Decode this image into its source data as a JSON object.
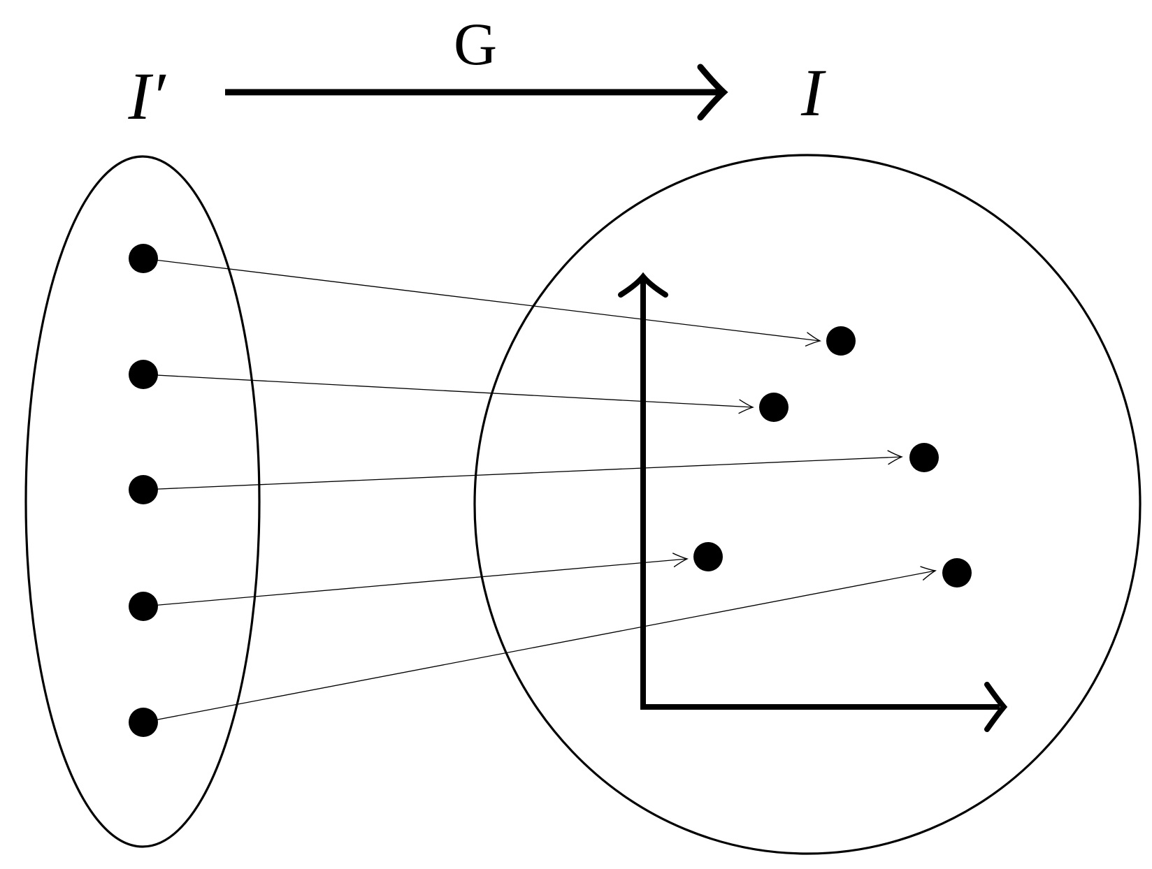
{
  "labels": {
    "domain_set": "I′",
    "codomain_set": "I",
    "map": "G"
  },
  "colors": {
    "ink": "#000000",
    "background": "#ffffff"
  },
  "mapping": {
    "source_point_count": 5,
    "target_point_count": 5,
    "pairs": [
      [
        0,
        0
      ],
      [
        1,
        1
      ],
      [
        2,
        2
      ],
      [
        3,
        3
      ],
      [
        4,
        4
      ]
    ]
  }
}
